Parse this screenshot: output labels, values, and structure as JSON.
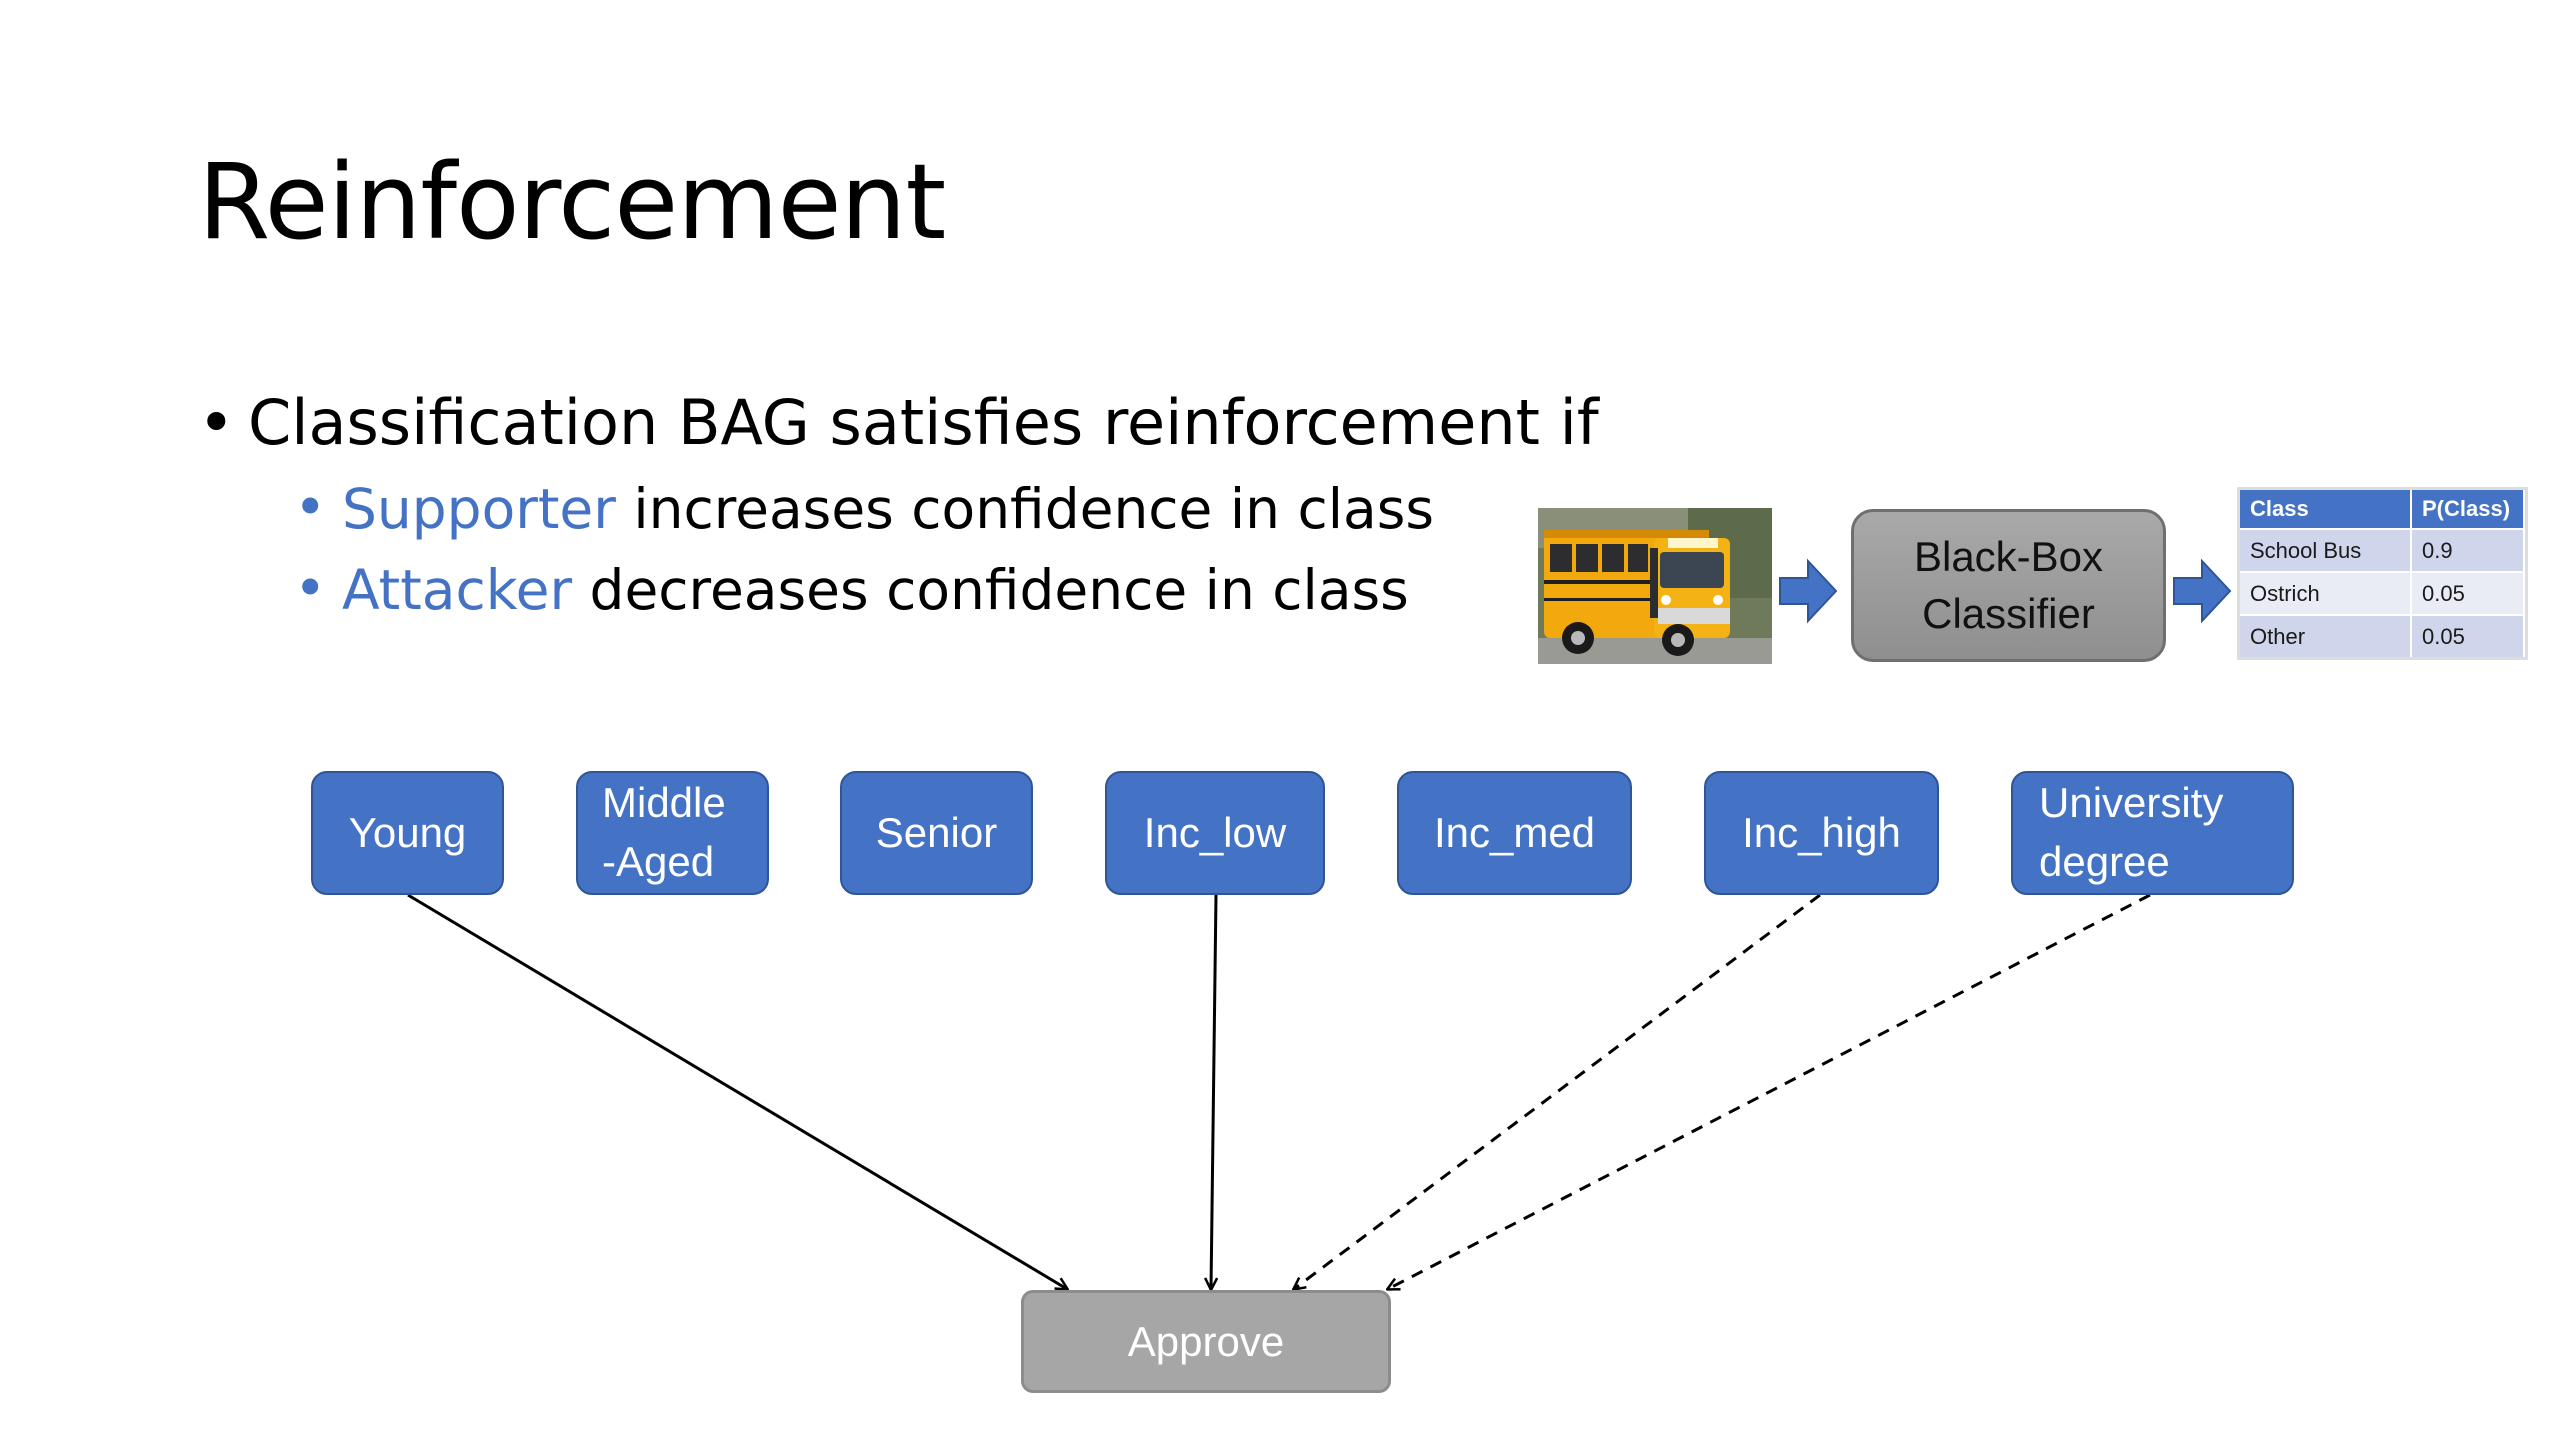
{
  "title": "Reinforcement",
  "bullets": {
    "main": "Classification BAG satisfies reinforcement if",
    "items": [
      {
        "accent": "Supporter",
        "rest": " increases confidence in class"
      },
      {
        "accent": "Attacker",
        "rest": " decreases confidence in class"
      }
    ]
  },
  "classifier": {
    "line1": "Black-Box",
    "line2": "Classifier"
  },
  "table": {
    "headers": [
      "Class",
      "P(Class)"
    ],
    "rows": [
      [
        "School Bus",
        "0.9"
      ],
      [
        "Ostrich",
        "0.05"
      ],
      [
        "Other",
        "0.05"
      ]
    ]
  },
  "nodes": {
    "young": "Young",
    "middle_line1": "Middle",
    "middle_line2": "-Aged",
    "senior": "Senior",
    "inc_low": "Inc_low",
    "inc_med": "Inc_med",
    "inc_high": "Inc_high",
    "univ_line1": "University",
    "univ_line2": "degree",
    "target": "Approve"
  },
  "edges": [
    {
      "from": "Young",
      "to": "Approve",
      "style": "solid"
    },
    {
      "from": "Inc_low",
      "to": "Approve",
      "style": "solid"
    },
    {
      "from": "Inc_high",
      "to": "Approve",
      "style": "dashed"
    },
    {
      "from": "University degree",
      "to": "Approve",
      "style": "dashed"
    }
  ],
  "colors": {
    "accent": "#4472C4",
    "node_fill": "#4472C4",
    "target_fill": "#A6A6A6",
    "classifier_fill": "#9E9E9E"
  },
  "icons": {
    "bus_image": "school-bus-photo",
    "flow_arrow": "right-arrow-icon"
  }
}
